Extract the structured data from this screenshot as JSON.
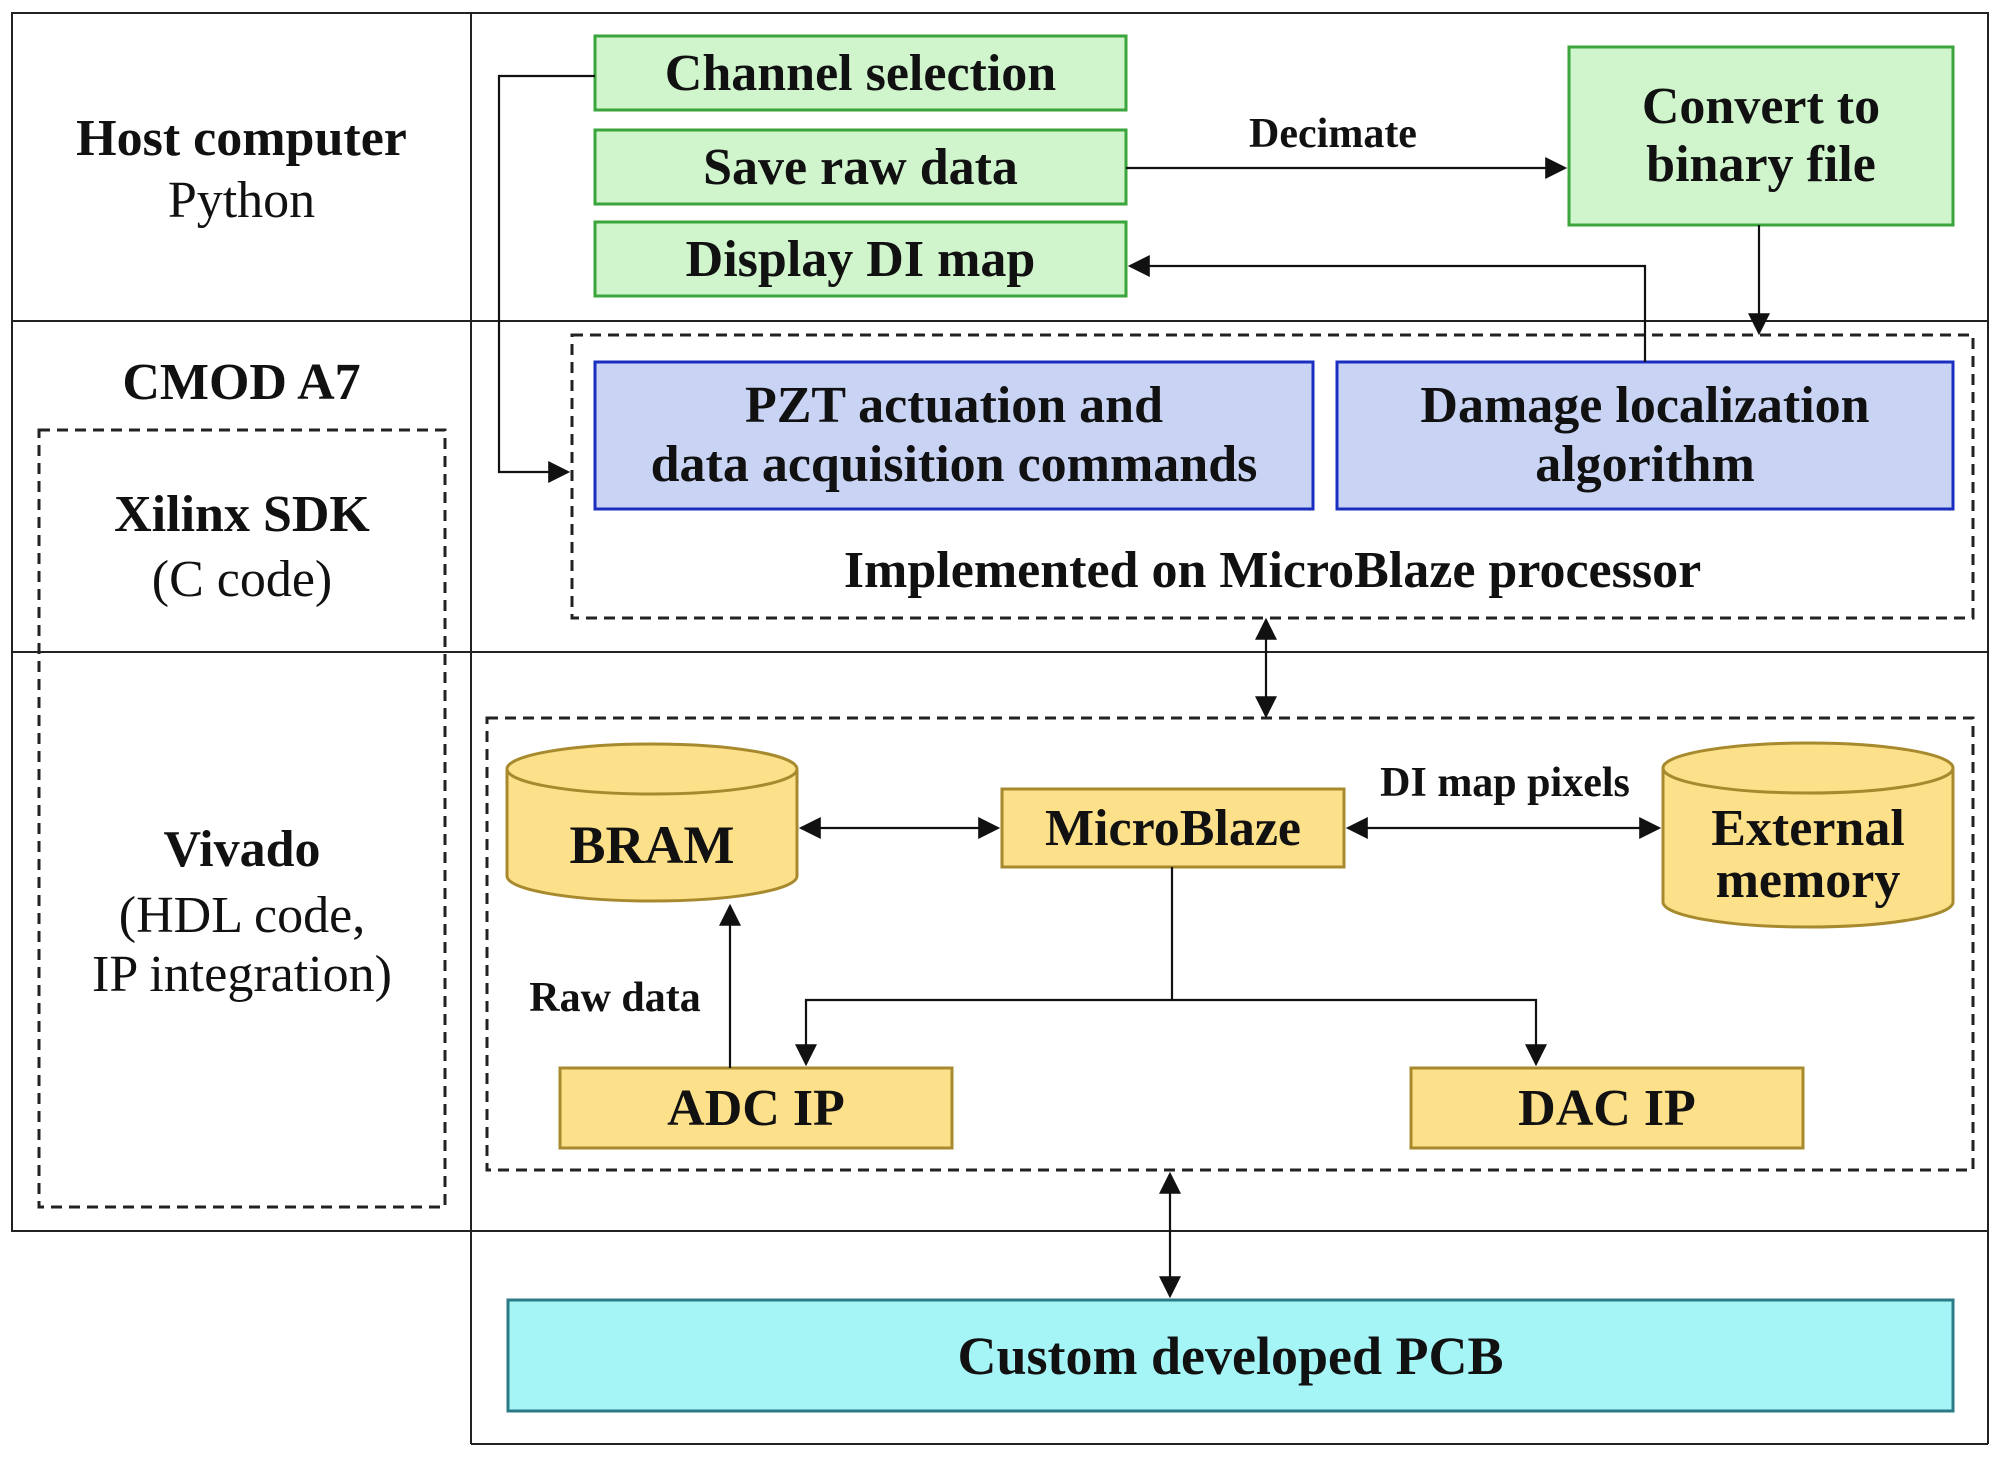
{
  "colors": {
    "green_fill": "#d0f5cd",
    "green_stroke": "#3aa53a",
    "blue_fill": "#c9d4f5",
    "blue_stroke": "#1a2fc0",
    "yellow_fill": "#fde08a",
    "yellow_stroke": "#a88a2e",
    "cyan_fill": "#a5f4f6",
    "cyan_stroke": "#2b7a85",
    "line": "#111111"
  },
  "layers": {
    "host": {
      "title": "Host computer",
      "subtitle": "Python"
    },
    "cmod": {
      "title": "CMOD A7"
    },
    "sdk": {
      "title": "Xilinx SDK",
      "subtitle": "(C code)"
    },
    "vivado": {
      "title": "Vivado",
      "subtitle_line1": "(HDL code,",
      "subtitle_line2": "IP integration)"
    }
  },
  "host_boxes": {
    "channel_selection": "Channel selection",
    "save_raw_data": "Save raw data",
    "display_di_map": "Display DI map",
    "convert_line1": "Convert to",
    "convert_line2": "binary file"
  },
  "sdk_boxes": {
    "pzt_line1": "PZT actuation and",
    "pzt_line2": "data acquisition commands",
    "damage_line1": "Damage localization",
    "damage_line2": "algorithm",
    "caption": "Implemented on MicroBlaze processor"
  },
  "hdl_blocks": {
    "bram": "BRAM",
    "microblaze": "MicroBlaze",
    "external_line1": "External",
    "external_line2": "memory",
    "adc": "ADC IP",
    "dac": "DAC IP"
  },
  "pcb": "Custom developed PCB",
  "labels": {
    "decimate": "Decimate",
    "di_map_pixels": "DI map pixels",
    "raw_data": "Raw data"
  }
}
